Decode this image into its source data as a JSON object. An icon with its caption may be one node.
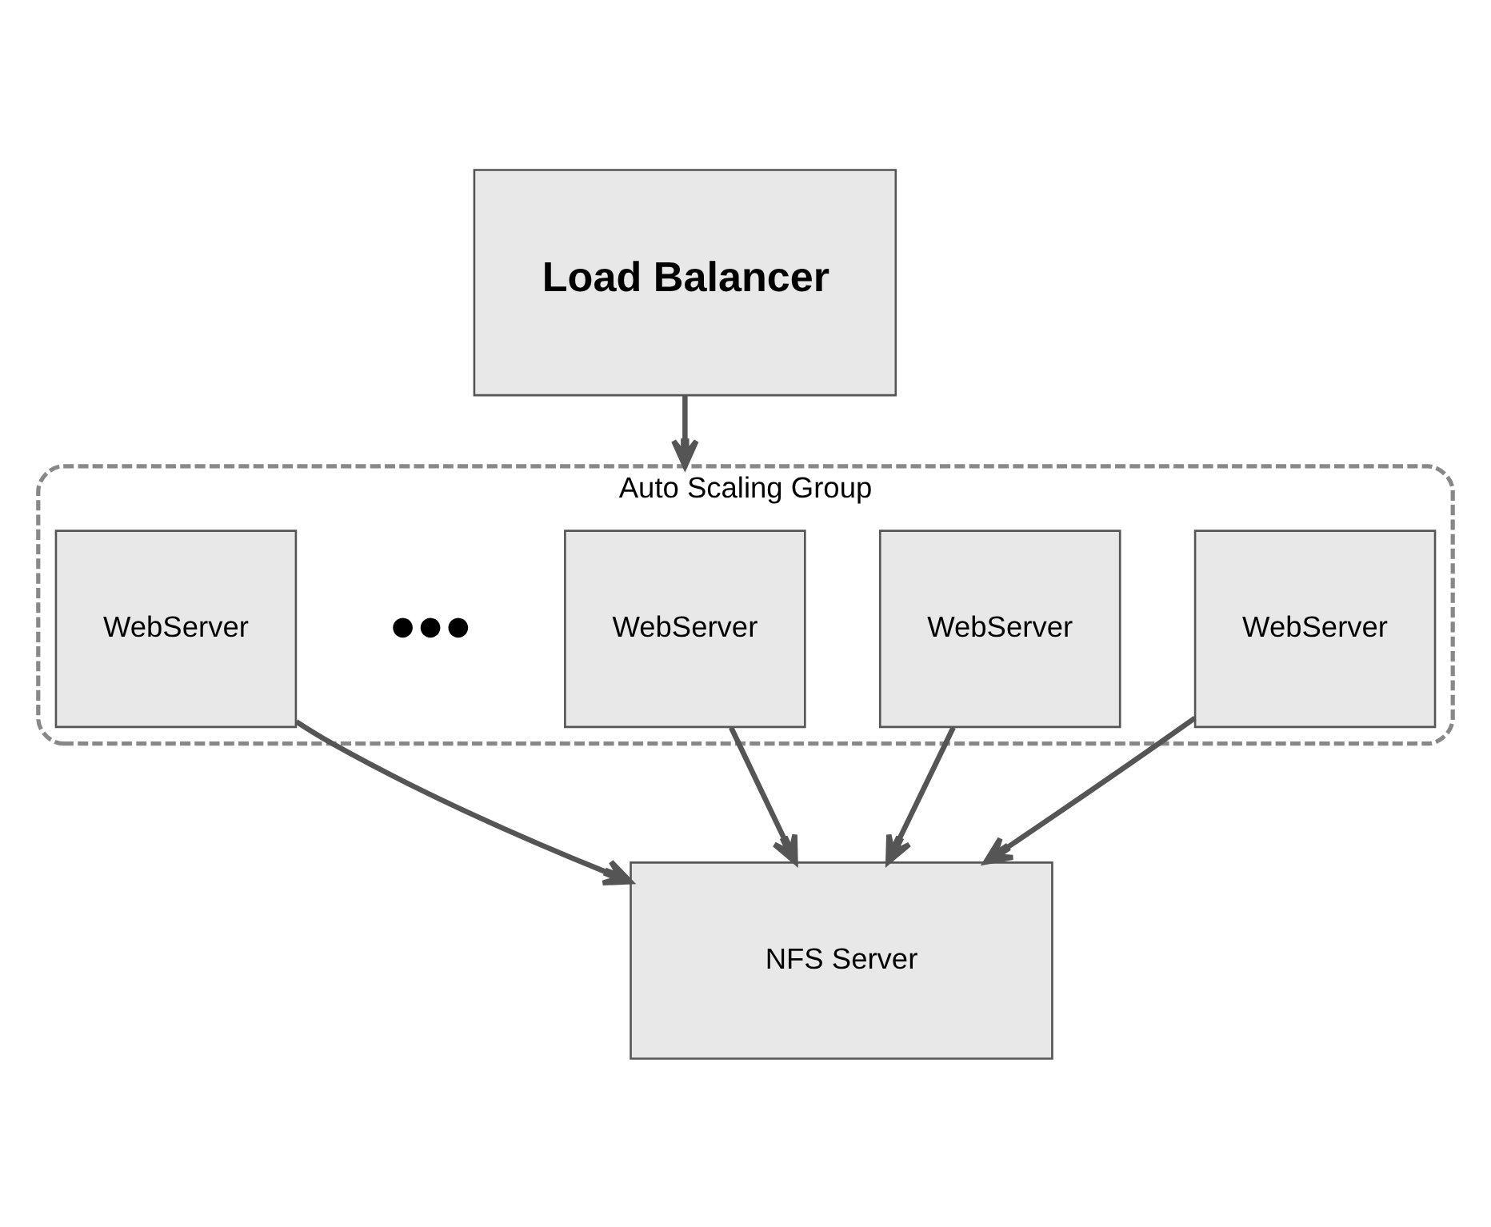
{
  "diagram": {
    "nodes": [
      {
        "text": [
          "Load Balancer"
        ]
      },
      {
        "text": [
          "Auto Scaling Group"
        ]
      },
      {
        "text": [
          "WebServer"
        ],
        "in": 1
      },
      {
        "text": [
          "WebServer"
        ],
        "in": 1
      },
      {
        "text": [
          "WebServer"
        ],
        "in": 1
      },
      {
        "text": [
          "WebServer"
        ],
        "in": 1
      },
      {
        "text": [
          "NFS Server"
        ]
      }
    ],
    "edges": [
      {
        "from": 0,
        "to": 1,
        "arrow": "to"
      },
      {
        "from": 2,
        "to": 6,
        "arrow": "to"
      },
      {
        "from": 3,
        "to": 6,
        "arrow": "to"
      },
      {
        "from": 4,
        "to": 6,
        "arrow": "to"
      },
      {
        "from": 5,
        "to": 6,
        "arrow": "to"
      }
    ],
    "labels": [
      "●●●"
    ]
  }
}
